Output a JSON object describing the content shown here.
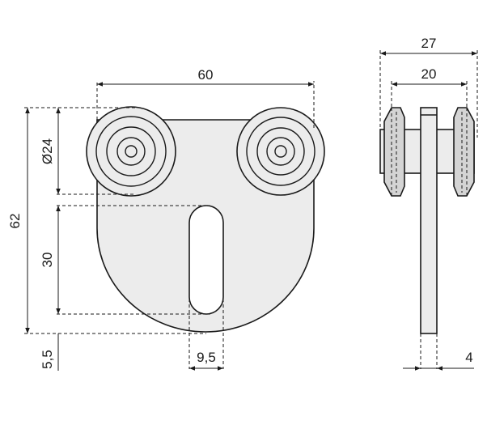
{
  "front_view": {
    "width_label": "60",
    "total_height_label": "62",
    "wheel_diameter_label": "Ø24",
    "slot_length_label": "30",
    "bottom_offset_label": "5,5",
    "slot_width_label": "9,5"
  },
  "side_view": {
    "overall_width_label": "27",
    "wheel_span_label": "20",
    "plate_thickness_label": "4"
  },
  "colors": {
    "line": "#1a1a1a",
    "fill": "#ececec",
    "background": "#ffffff"
  }
}
